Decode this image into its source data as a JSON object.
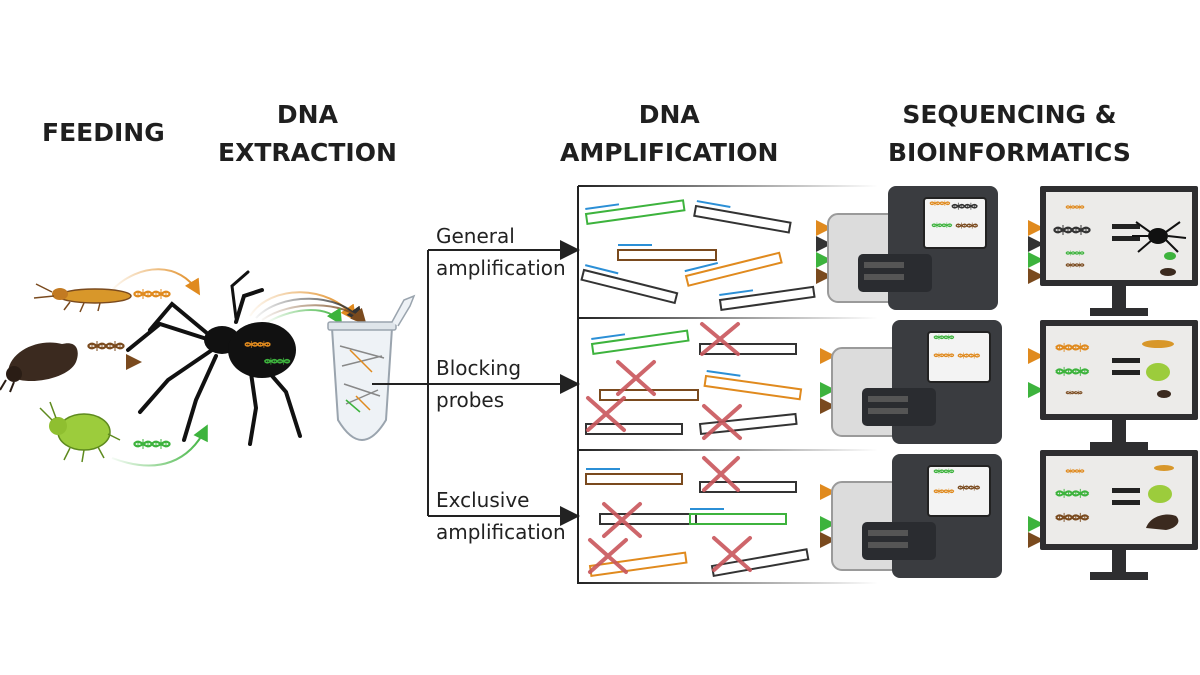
{
  "headings": {
    "feeding": "FEEDING",
    "extraction": [
      "DNA",
      "EXTRACTION"
    ],
    "amplification": [
      "DNA",
      "AMPLIFICATION"
    ],
    "sequencing": [
      "SEQUENCING &",
      "BIOINFORMATICS"
    ]
  },
  "branches": [
    {
      "line1": "General",
      "line2": "amplification"
    },
    {
      "line1": "Blocking",
      "line2": "probes"
    },
    {
      "line1": "Exclusive",
      "line2": "amplification"
    }
  ],
  "colors": {
    "orange": "#e08a1e",
    "brown": "#7a4a1e",
    "green": "#3db33d",
    "dark": "#333333",
    "cross": "#c9565c",
    "spider": "#111111",
    "screen": "#ecebe9",
    "sequencer_dark": "#3a3c40",
    "sequencer_light": "#dcdcdc"
  },
  "icons": [
    "thrips-icon",
    "beetle-larva-icon",
    "aphid-icon",
    "spider-icon",
    "tube-icon",
    "dna-icon",
    "sequencer-icon",
    "monitor-icon",
    "cross-mark-icon"
  ]
}
